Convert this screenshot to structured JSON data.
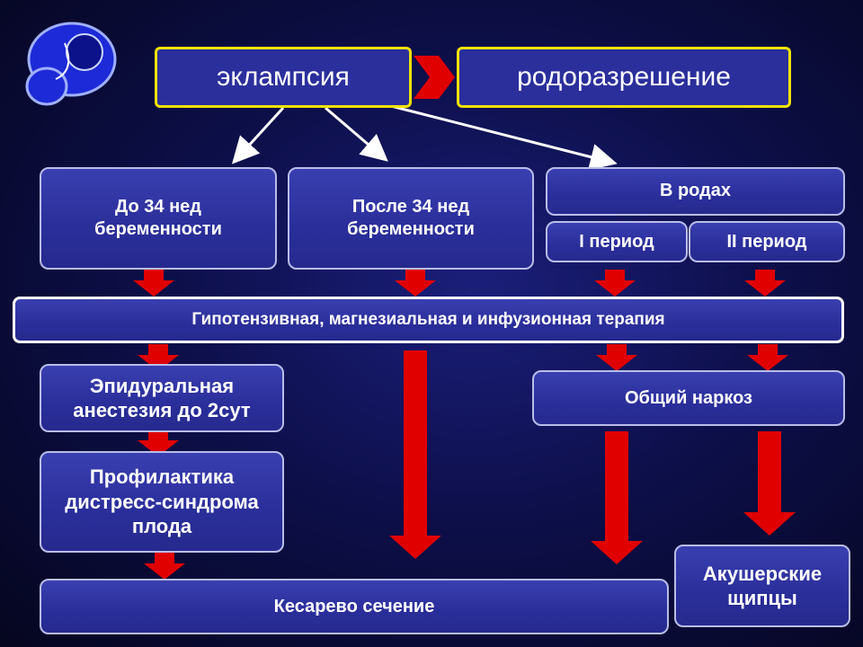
{
  "top": {
    "eclampsia": "эклампсия",
    "delivery": "родоразрешение"
  },
  "branches": {
    "before34": "До 34 нед беременности",
    "after34": "После 34 нед беременности",
    "labor": "В родах",
    "period1": "I период",
    "period2": "II период"
  },
  "therapy": "Гипотензивная, магнезиальная и инфузионная терапия",
  "epidural": "Эпидуральная анестезия до 2сут",
  "prophylaxis": "Профилактика дистресс-синдрома плода",
  "general_anesthesia": "Общий наркоз",
  "cesarean": "Кесарево сечение",
  "forceps": "Акушерские щипцы",
  "colors": {
    "box_fill": "#2a2e9a",
    "top_border": "#f2e300",
    "arrow_red": "#e00000",
    "background": "#0d0f4a"
  }
}
